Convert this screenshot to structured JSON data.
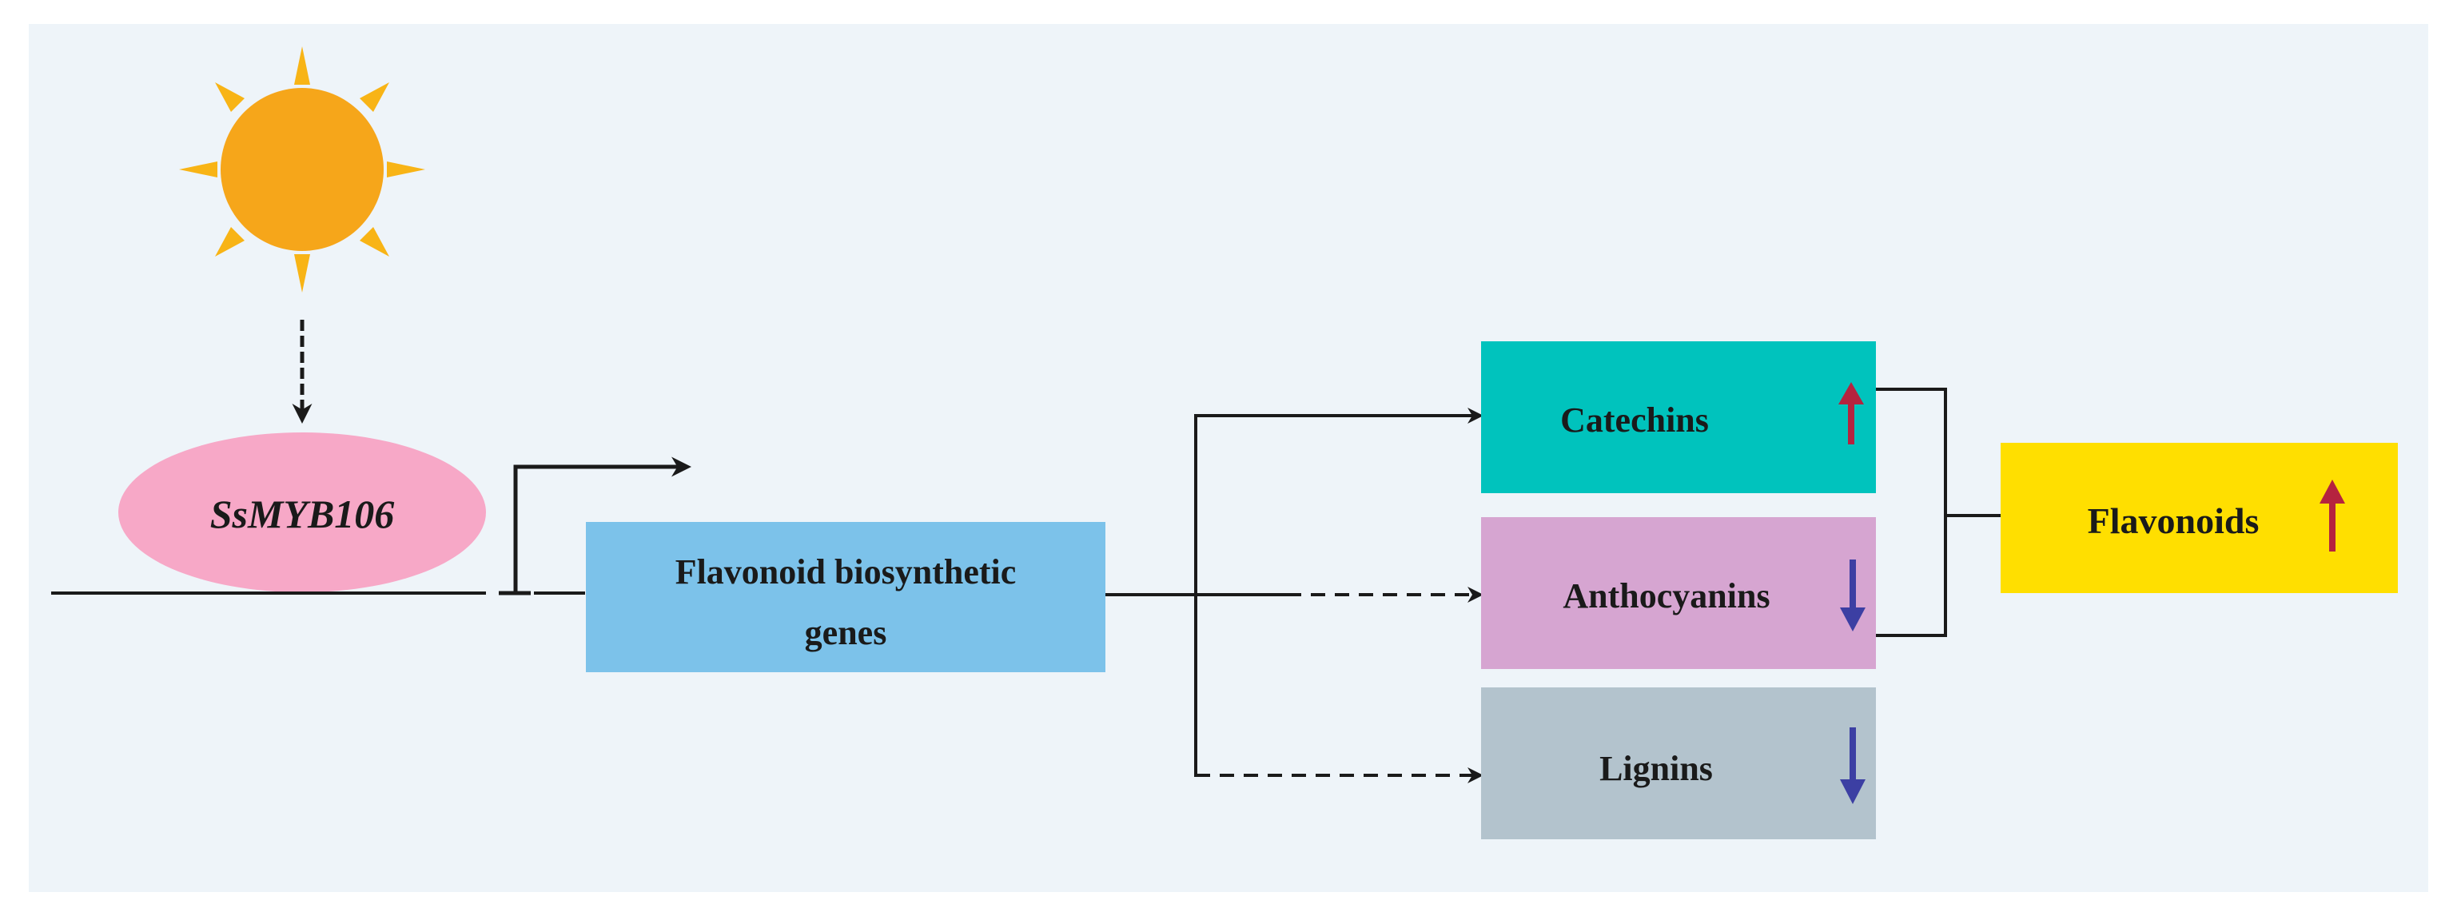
{
  "colors": {
    "background": "#eef4f9",
    "sun_core": "#f6a61a",
    "sun_rays": "#f8b416",
    "gene_ellipse": "#f7a8c7",
    "biosynthetic_box": "#7cc2ea",
    "catechins_box": "#00c3bd",
    "anthocyanins_box": "#d6a5d1",
    "lignins_box": "#b3c3cd",
    "flavonoids_box": "#ffdf00",
    "up_arrow": "#b5233f",
    "down_arrow": "#3c3fa3",
    "line": "#1a1a1a"
  },
  "diagram": {
    "sun_icon": "sun-icon",
    "gene": {
      "label": "SsMYB106"
    },
    "biosynthetic": {
      "line1": "Flavonoid biosynthetic",
      "line2": "genes"
    },
    "catechins": {
      "label": "Catechins",
      "trend": "up"
    },
    "anthocyanins": {
      "label": "Anthocyanins",
      "trend": "down"
    },
    "lignins": {
      "label": "Lignins",
      "trend": "down"
    },
    "flavonoids": {
      "label": "Flavonoids",
      "trend": "up"
    }
  }
}
